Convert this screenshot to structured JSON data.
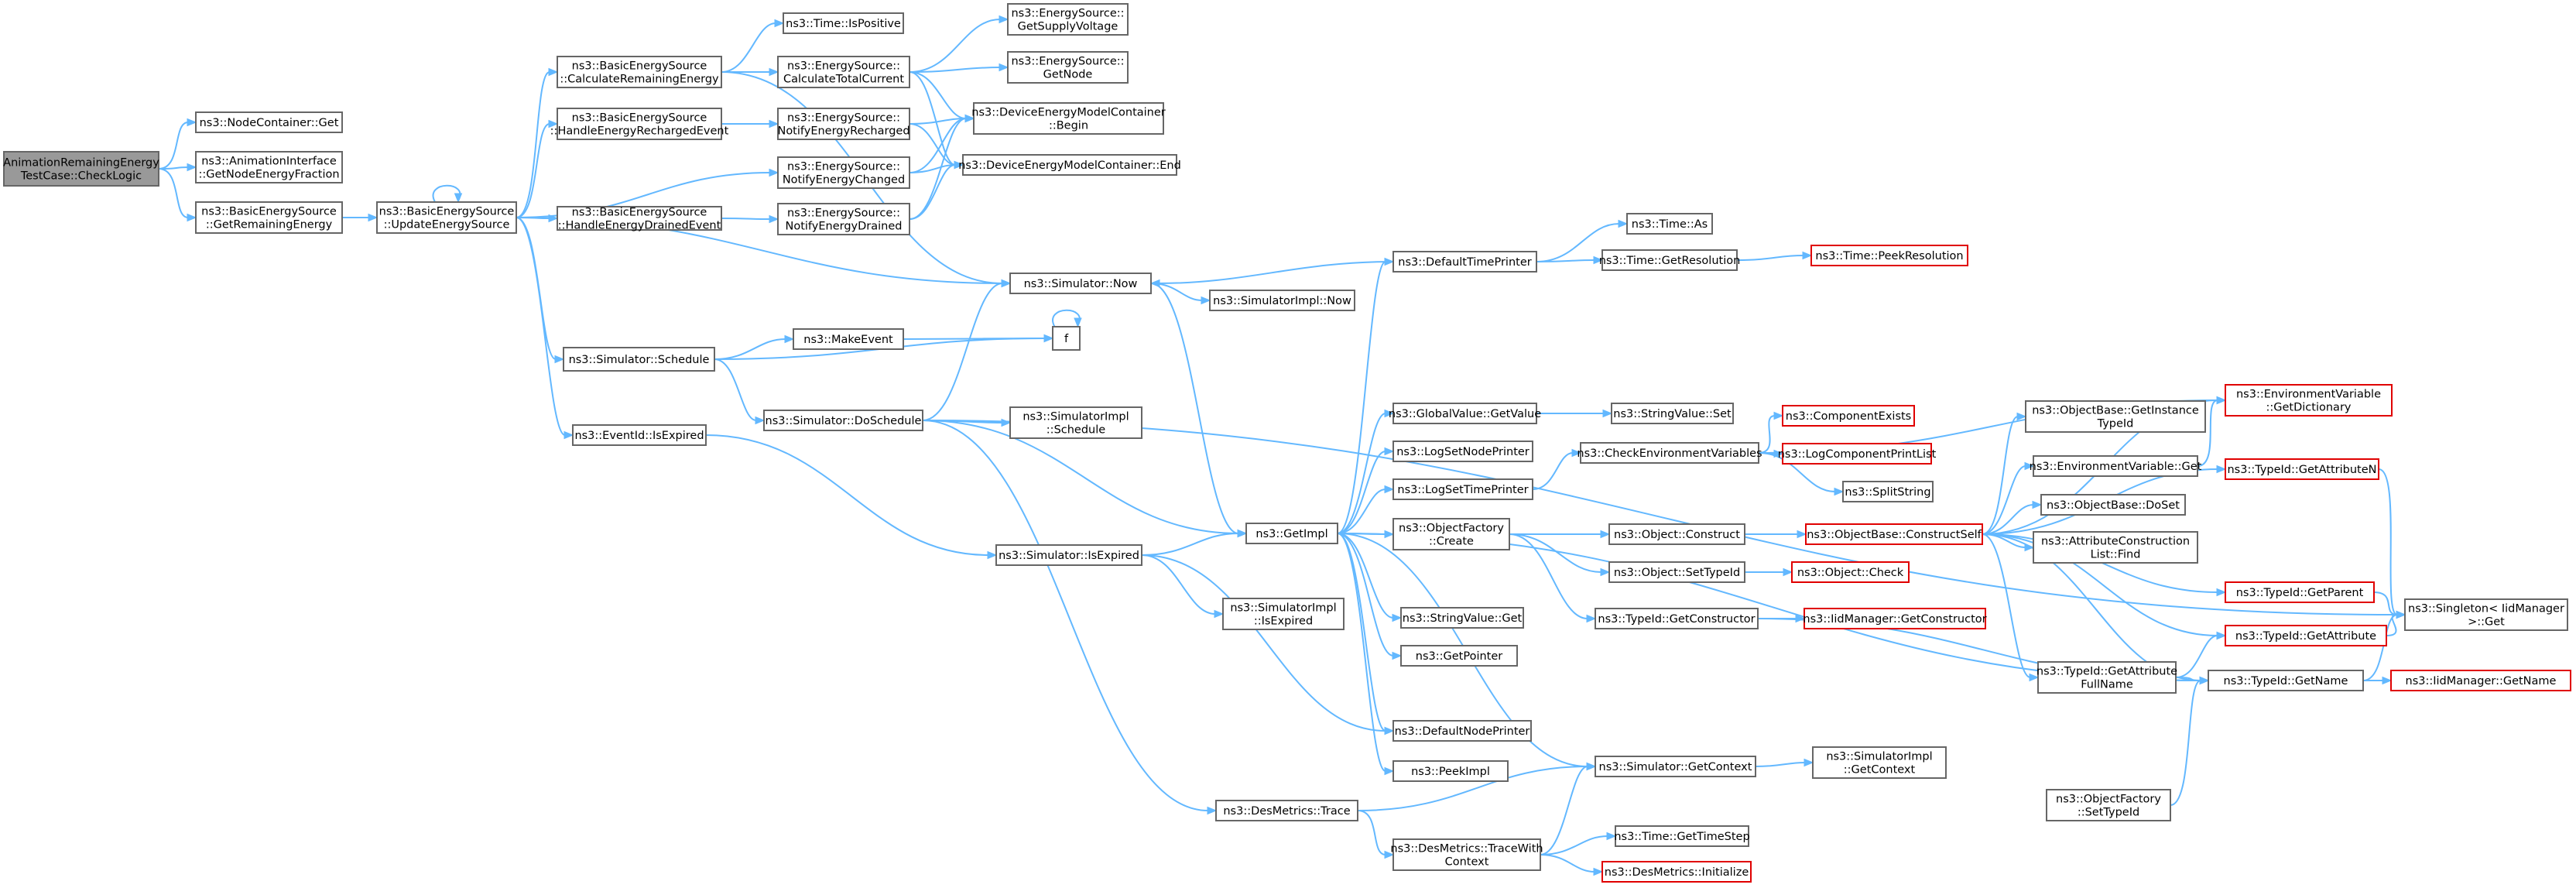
{
  "diagram": {
    "nodes": [
      {
        "id": "root",
        "lines": [
          "AnimationRemainingEnergy",
          "TestCase::CheckLogic"
        ],
        "kind": "root"
      },
      {
        "id": "ncget",
        "lines": [
          "ns3::NodeContainer::Get"
        ]
      },
      {
        "id": "aigne",
        "lines": [
          "ns3::AnimationInterface",
          "::GetNodeEnergyFraction"
        ]
      },
      {
        "id": "besgre",
        "lines": [
          "ns3::BasicEnergySource",
          "::GetRemainingEnergy"
        ]
      },
      {
        "id": "besues",
        "lines": [
          "ns3::BasicEnergySource",
          "::UpdateEnergySource"
        ]
      },
      {
        "id": "bescre",
        "lines": [
          "ns3::BasicEnergySource",
          "::CalculateRemainingEnergy"
        ]
      },
      {
        "id": "besherc",
        "lines": [
          "ns3::BasicEnergySource",
          "::HandleEnergyRechargedEvent"
        ]
      },
      {
        "id": "beshedr",
        "lines": [
          "ns3::BasicEnergySource",
          "::HandleEnergyDrainedEvent"
        ]
      },
      {
        "id": "simsched",
        "lines": [
          "ns3::Simulator::Schedule"
        ]
      },
      {
        "id": "eidexp",
        "lines": [
          "ns3::EventId::IsExpired"
        ]
      },
      {
        "id": "tpos",
        "lines": [
          "ns3::Time::IsPositive"
        ]
      },
      {
        "id": "esctc",
        "lines": [
          "ns3::EnergySource::",
          "CalculateTotalCurrent"
        ]
      },
      {
        "id": "esner",
        "lines": [
          "ns3::EnergySource::",
          "NotifyEnergyRecharged"
        ]
      },
      {
        "id": "esnec",
        "lines": [
          "ns3::EnergySource::",
          "NotifyEnergyChanged"
        ]
      },
      {
        "id": "esned",
        "lines": [
          "ns3::EnergySource::",
          "NotifyEnergyDrained"
        ]
      },
      {
        "id": "esgsv",
        "lines": [
          "ns3::EnergySource::",
          "GetSupplyVoltage"
        ]
      },
      {
        "id": "esgn",
        "lines": [
          "ns3::EnergySource::",
          "GetNode"
        ]
      },
      {
        "id": "demcb",
        "lines": [
          "ns3::DeviceEnergyModelContainer",
          "::Begin"
        ]
      },
      {
        "id": "demce",
        "lines": [
          "ns3::DeviceEnergyModelContainer::End"
        ]
      },
      {
        "id": "simnow",
        "lines": [
          "ns3::Simulator::Now"
        ]
      },
      {
        "id": "simimplnow",
        "lines": [
          "ns3::SimulatorImpl::Now"
        ]
      },
      {
        "id": "mkevent",
        "lines": [
          "ns3::MakeEvent"
        ]
      },
      {
        "id": "f",
        "lines": [
          "f"
        ]
      },
      {
        "id": "simdosched",
        "lines": [
          "ns3::Simulator::DoSchedule"
        ]
      },
      {
        "id": "simimplsched",
        "lines": [
          "ns3::SimulatorImpl",
          "::Schedule"
        ]
      },
      {
        "id": "simisexp",
        "lines": [
          "ns3::Simulator::IsExpired"
        ]
      },
      {
        "id": "simimplexp",
        "lines": [
          "ns3::SimulatorImpl",
          "::IsExpired"
        ]
      },
      {
        "id": "dmtrace",
        "lines": [
          "ns3::DesMetrics::Trace"
        ]
      },
      {
        "id": "dmtwc",
        "lines": [
          "ns3::DesMetrics::TraceWith",
          "Context"
        ]
      },
      {
        "id": "getimpl",
        "lines": [
          "ns3::GetImpl"
        ]
      },
      {
        "id": "dtp",
        "lines": [
          "ns3::DefaultTimePrinter"
        ]
      },
      {
        "id": "tas",
        "lines": [
          "ns3::Time::As"
        ]
      },
      {
        "id": "tgetres",
        "lines": [
          "ns3::Time::GetResolution"
        ]
      },
      {
        "id": "tpeekres",
        "lines": [
          "ns3::Time::PeekResolution"
        ],
        "kind": "red"
      },
      {
        "id": "gvgv",
        "lines": [
          "ns3::GlobalValue::GetValue"
        ]
      },
      {
        "id": "svset",
        "lines": [
          "ns3::StringValue::Set"
        ]
      },
      {
        "id": "lsnp",
        "lines": [
          "ns3::LogSetNodePrinter"
        ]
      },
      {
        "id": "lstp",
        "lines": [
          "ns3::LogSetTimePrinter"
        ]
      },
      {
        "id": "cev",
        "lines": [
          "ns3::CheckEnvironmentVariables"
        ]
      },
      {
        "id": "compexists",
        "lines": [
          "ns3::ComponentExists"
        ],
        "kind": "red"
      },
      {
        "id": "lcpl",
        "lines": [
          "ns3::LogComponentPrintList"
        ],
        "kind": "red"
      },
      {
        "id": "splitstr",
        "lines": [
          "ns3::SplitString"
        ]
      },
      {
        "id": "ofcreate",
        "lines": [
          "ns3::ObjectFactory",
          "::Create"
        ]
      },
      {
        "id": "objcon",
        "lines": [
          "ns3::Object::Construct"
        ]
      },
      {
        "id": "objsettid",
        "lines": [
          "ns3::Object::SetTypeId"
        ]
      },
      {
        "id": "objcheck",
        "lines": [
          "ns3::Object::Check"
        ],
        "kind": "red"
      },
      {
        "id": "obcs",
        "lines": [
          "ns3::ObjectBase::ConstructSelf"
        ],
        "kind": "red"
      },
      {
        "id": "tidgc",
        "lines": [
          "ns3::TypeId::GetConstructor"
        ]
      },
      {
        "id": "iidgc",
        "lines": [
          "ns3::IidManager::GetConstructor"
        ],
        "kind": "red"
      },
      {
        "id": "svget",
        "lines": [
          "ns3::StringValue::Get"
        ]
      },
      {
        "id": "getptr",
        "lines": [
          "ns3::GetPointer"
        ]
      },
      {
        "id": "dnp",
        "lines": [
          "ns3::DefaultNodePrinter"
        ]
      },
      {
        "id": "peekimpl",
        "lines": [
          "ns3::PeekImpl"
        ]
      },
      {
        "id": "simgetctx",
        "lines": [
          "ns3::Simulator::GetContext"
        ]
      },
      {
        "id": "simimplgetctx",
        "lines": [
          "ns3::SimulatorImpl",
          "::GetContext"
        ]
      },
      {
        "id": "tgts",
        "lines": [
          "ns3::Time::GetTimeStep"
        ]
      },
      {
        "id": "dminit",
        "lines": [
          "ns3::DesMetrics::Initialize"
        ],
        "kind": "red"
      },
      {
        "id": "obgit",
        "lines": [
          "ns3::ObjectBase::GetInstance",
          "TypeId"
        ]
      },
      {
        "id": "evget",
        "lines": [
          "ns3::EnvironmentVariable::Get"
        ]
      },
      {
        "id": "obdoset",
        "lines": [
          "ns3::ObjectBase::DoSet"
        ]
      },
      {
        "id": "aclf",
        "lines": [
          "ns3::AttributeConstruction",
          "List::Find"
        ]
      },
      {
        "id": "evgd",
        "lines": [
          "ns3::EnvironmentVariable",
          "::GetDictionary"
        ],
        "kind": "red"
      },
      {
        "id": "tidgan",
        "lines": [
          "ns3::TypeId::GetAttributeN"
        ],
        "kind": "red"
      },
      {
        "id": "tidgp",
        "lines": [
          "ns3::TypeId::GetParent"
        ],
        "kind": "red"
      },
      {
        "id": "tidga",
        "lines": [
          "ns3::TypeId::GetAttribute"
        ],
        "kind": "red"
      },
      {
        "id": "tidgafn",
        "lines": [
          "ns3::TypeId::GetAttribute",
          "FullName"
        ]
      },
      {
        "id": "tidgn",
        "lines": [
          "ns3::TypeId::GetName"
        ]
      },
      {
        "id": "iidgn",
        "lines": [
          "ns3::IidManager::GetName"
        ],
        "kind": "red"
      },
      {
        "id": "ofsettid",
        "lines": [
          "ns3::ObjectFactory",
          "::SetTypeId"
        ]
      },
      {
        "id": "singleton",
        "lines": [
          "ns3::Singleton< IidManager",
          ">::Get"
        ]
      }
    ]
  }
}
